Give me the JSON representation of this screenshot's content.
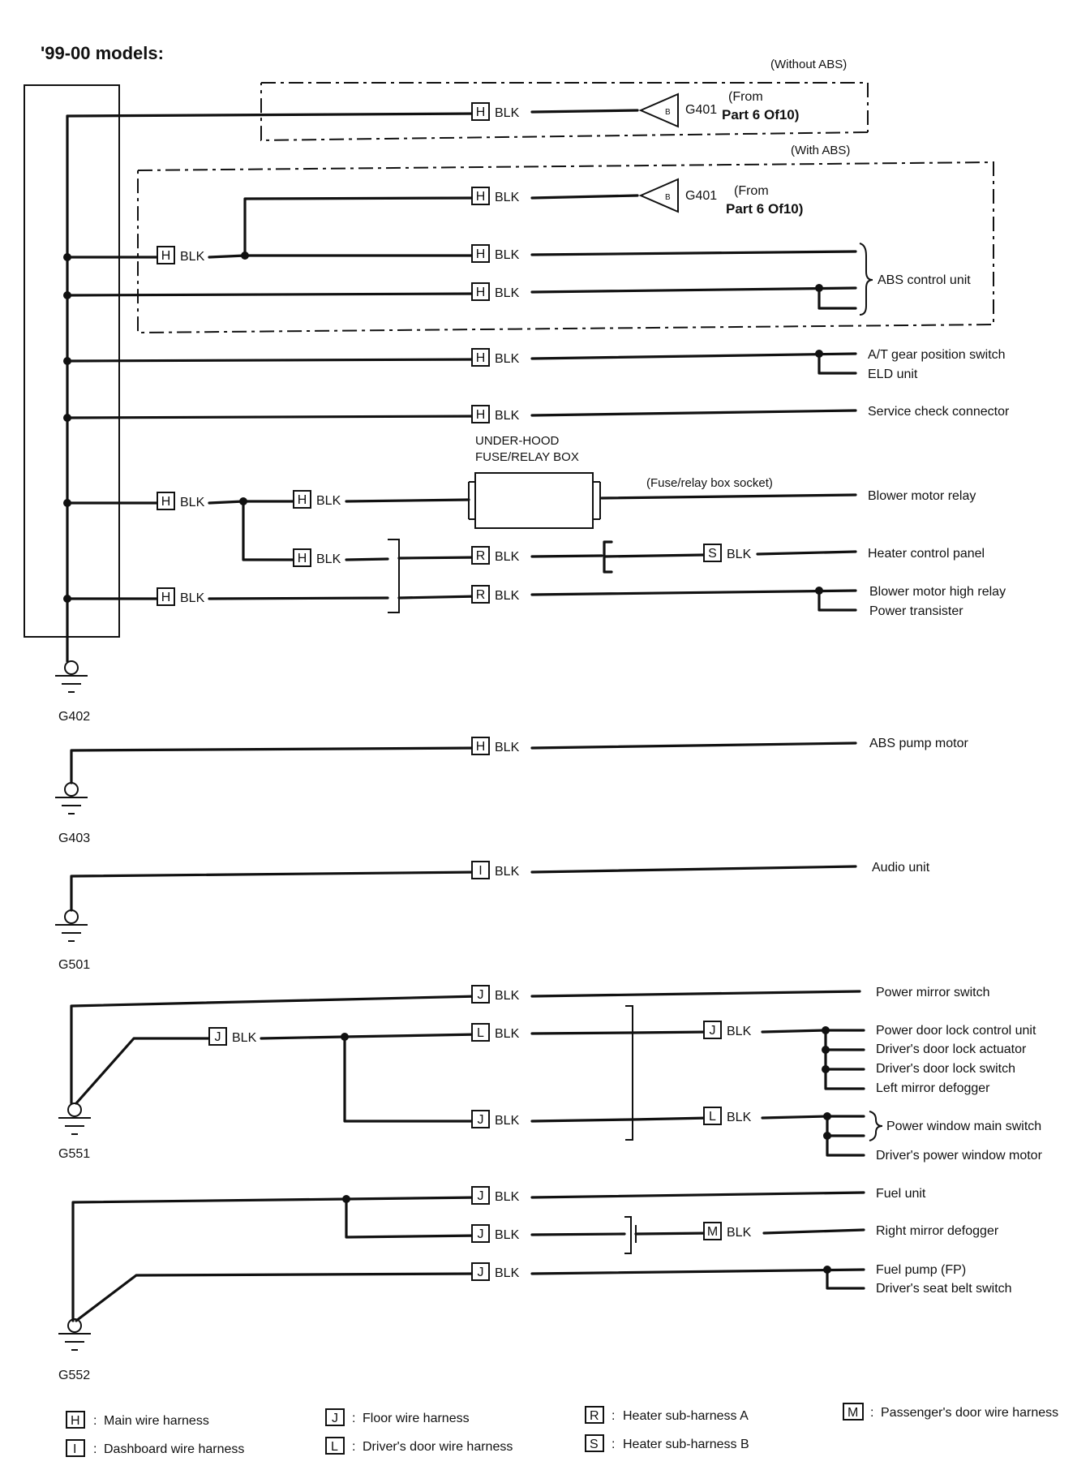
{
  "title": "'99-00 models:",
  "wire_color": "BLK",
  "groups": {
    "without_abs": "(Without ABS)",
    "with_abs": "(With ABS)"
  },
  "source_refs": {
    "connector_letter": "B",
    "g401_label": "G401",
    "from_label": "(From",
    "part_label": "Part 6 Of10)"
  },
  "fuse_box": {
    "title_line1": "UNDER-HOOD",
    "title_line2": "FUSE/RELAY BOX",
    "socket_label": "(Fuse/relay box socket)"
  },
  "grounds": [
    "G402",
    "G403",
    "G501",
    "G551",
    "G552"
  ],
  "components": {
    "abs_control_unit": "ABS control unit",
    "at_gear_position_switch": "A/T gear position switch",
    "eld_unit": "ELD unit",
    "service_check_connector": "Service check connector",
    "blower_motor_relay": "Blower motor relay",
    "heater_control_panel": "Heater control  panel",
    "blower_motor_high_relay": "Blower motor high relay",
    "power_transistor": "Power transister",
    "abs_pump_motor": "ABS pump motor",
    "audio_unit": "Audio unit",
    "power_mirror_switch": "Power mirror switch",
    "power_door_lock_control_unit": "Power door lock control unit",
    "drivers_door_lock_actuator": "Driver's door lock actuator",
    "drivers_door_lock_switch": "Driver's door lock switch",
    "left_mirror_defogger": "Left mirror defogger",
    "power_window_main_switch": "Power window main switch",
    "drivers_power_window_motor": "Driver's power window motor",
    "fuel_unit": "Fuel unit",
    "right_mirror_defogger": "Right mirror defogger",
    "fuel_pump": "Fuel pump (FP)",
    "drivers_seat_belt_switch": "Driver's seat belt switch"
  },
  "legend": [
    {
      "code": "H",
      "sep": ":",
      "label": "Main wire harness"
    },
    {
      "code": "I",
      "sep": ":",
      "label": "Dashboard wire harness"
    },
    {
      "code": "J",
      "sep": ":",
      "label": "Floor wire harness"
    },
    {
      "code": "L",
      "sep": ":",
      "label": "Driver's door wire harness"
    },
    {
      "code": "R",
      "sep": ":",
      "label": "Heater sub-harness A"
    },
    {
      "code": "S",
      "sep": ":",
      "label": "Heater sub-harness B"
    },
    {
      "code": "M",
      "sep": ":",
      "label": "Passenger's door wire harness"
    }
  ],
  "tags": [
    {
      "code": "H"
    },
    {
      "code": "H"
    },
    {
      "code": "H"
    },
    {
      "code": "H"
    },
    {
      "code": "H"
    },
    {
      "code": "H"
    },
    {
      "code": "H"
    },
    {
      "code": "H"
    },
    {
      "code": "H"
    },
    {
      "code": "H"
    },
    {
      "code": "R"
    },
    {
      "code": "S"
    },
    {
      "code": "H"
    },
    {
      "code": "R"
    },
    {
      "code": "H"
    },
    {
      "code": "I"
    },
    {
      "code": "J"
    },
    {
      "code": "J"
    },
    {
      "code": "L"
    },
    {
      "code": "J"
    },
    {
      "code": "J"
    },
    {
      "code": "L"
    },
    {
      "code": "J"
    },
    {
      "code": "J"
    },
    {
      "code": "M"
    },
    {
      "code": "J"
    }
  ]
}
